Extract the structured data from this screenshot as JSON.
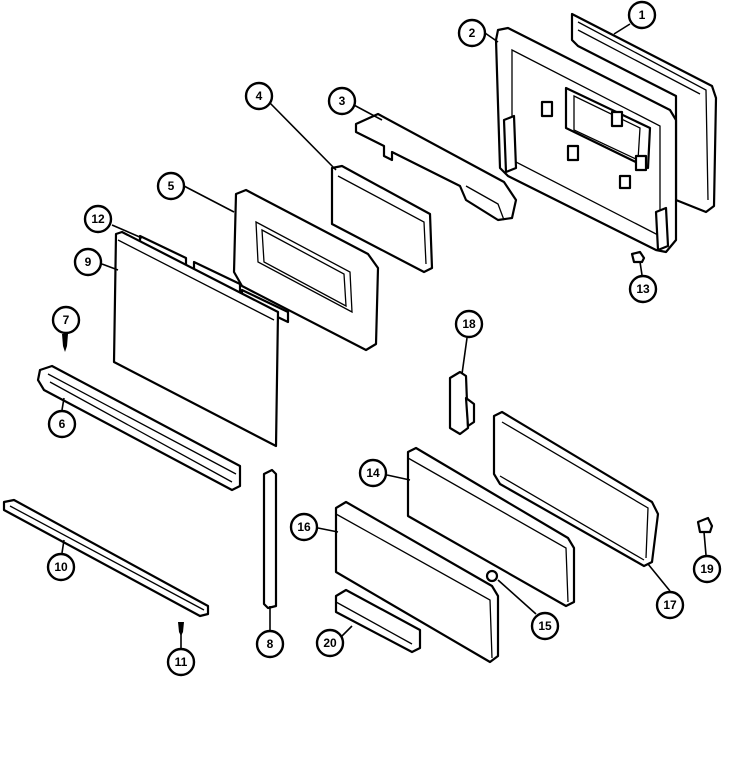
{
  "callouts": [
    "1",
    "2",
    "3",
    "4",
    "5",
    "6",
    "7",
    "8",
    "9",
    "10",
    "11",
    "12",
    "13",
    "14",
    "15",
    "16",
    "17",
    "19",
    "20"
  ]
}
